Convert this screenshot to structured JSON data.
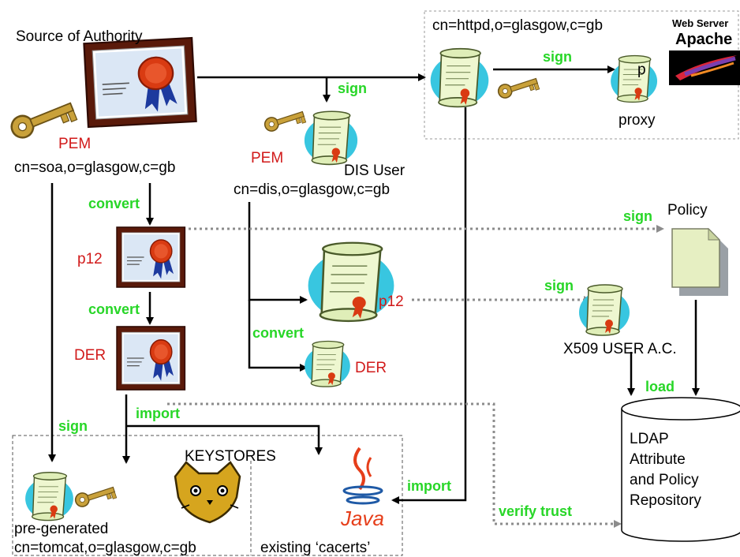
{
  "labels": {
    "source_of_authority": "Source of Authority",
    "soa_pem": "PEM",
    "soa_cn": "cn=soa,o=glasgow,c=gb",
    "httpd_cn": "cn=httpd,o=glasgow,c=gb",
    "web_server_line1": "Web Server",
    "web_server_line2": "Apache",
    "proxy_letter": "p",
    "proxy": "proxy",
    "dis_pem": "PEM",
    "dis_user": "DIS User",
    "dis_cn": "cn=dis,o=glasgow,c=gb",
    "policy": "Policy",
    "p12_left": "p12",
    "der_left": "DER",
    "p12_right": "p12",
    "der_right": "DER",
    "x509_ac": "X509 USER A.C.",
    "ldap_line1": "LDAP",
    "ldap_line2": "Attribute",
    "ldap_line3": "and Policy",
    "ldap_line4": "Repository",
    "keystores": "KEYSTORES",
    "pregen_line1": "pre-generated",
    "pregen_line2": "cn=tomcat,o=glasgow,c=gb",
    "java": "Java",
    "existing_cacerts": "existing ‘cacerts’"
  },
  "edges": {
    "sign_top": "sign",
    "sign_proxy": "sign",
    "convert_1": "convert",
    "convert_2": "convert",
    "convert_3": "convert",
    "sign_policy": "sign",
    "sign_ac": "sign",
    "import_1": "import",
    "import_2": "import",
    "sign_bottom": "sign",
    "load": "load",
    "verify_trust": "verify trust"
  },
  "colors": {
    "edge_label": "#27d627",
    "format_label": "#d11a1a",
    "frame": "#5a1a0a",
    "cert_blue": "#1d3a9e",
    "seal_red": "#d93b12",
    "scroll_cyan": "#38c6e0",
    "scroll_paper": "#eef7d0",
    "key_gold": "#c9a13a",
    "policy_paper": "#e6efc2"
  }
}
